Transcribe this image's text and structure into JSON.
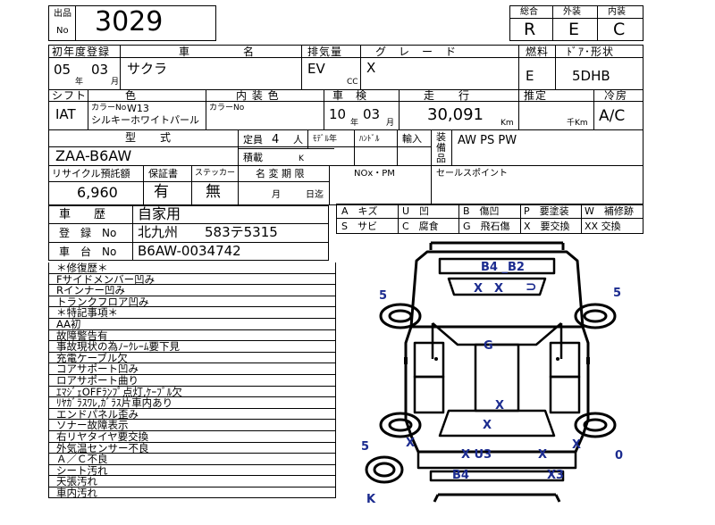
{
  "lot": {
    "label_top": "出品",
    "label_bottom": "No",
    "number": "3029"
  },
  "grades": {
    "overall_label": "総合",
    "exterior_label": "外装",
    "interior_label": "内装",
    "overall": "R",
    "exterior": "E",
    "interior": "C"
  },
  "headers": {
    "first_reg": "初年度登録",
    "car_name_1": "車",
    "car_name_2": "名",
    "displacement": "排気量",
    "grade": "グ　レ　ー　ド",
    "fuel": "燃料",
    "door_shape": "ﾄﾞｱ･形状",
    "shift": "シフト",
    "color": "色",
    "interior_color": "内 装 色",
    "inspection": "車　検",
    "mileage": "走　　行",
    "estimate": "推定",
    "ac": "冷房"
  },
  "units": {
    "year": "年",
    "month": "月",
    "cc": "CC",
    "km": "Km",
    "thousand_km": "千Km"
  },
  "vehicle": {
    "reg_year": "05",
    "reg_month": "03",
    "name": "サクラ",
    "displacement": "EV",
    "grade": "X",
    "fuel": "E",
    "door_shape": "5DHB",
    "shift": "IAT",
    "color_code_label": "カラーNo",
    "color_code": "W13",
    "color_name": "シルキーホワイトパール",
    "interior_code_label": "カラーNo",
    "inspection_year": "10",
    "inspection_month": "03",
    "mileage": "30,091",
    "ac": "A/C",
    "model_label": "型　　式",
    "model": "ZAA-B6AW"
  },
  "capacity": {
    "label": "定員",
    "value": "4",
    "unit": "人",
    "load_label": "積載",
    "load_unit": "K"
  },
  "options": {
    "model_year_label": "ﾓﾃﾞﾙ年",
    "handle_label": "ﾊﾝﾄﾞﾙ",
    "import_label": "輸入"
  },
  "equipment": {
    "label_1": "装",
    "label_2": "備",
    "label_3": "品",
    "value": "AW PS PW"
  },
  "fees": {
    "recycle_label": "リサイクル預託額",
    "warranty_label": "保証書",
    "sticker_label": "ステッカー",
    "reg_change_label": "名 変 期 限",
    "recycle_value": "6,960",
    "warranty_value": "有",
    "sticker_value": "無",
    "month_label": "月",
    "day_label": "日迄"
  },
  "nox_label": "NOx・PM",
  "sales_point_label": "セールスポイント",
  "history": {
    "label": "車　　歴",
    "value": "自家用",
    "reg_no_label": "登　録　No",
    "reg_no": "北九州　　583テ5315",
    "chassis_label": "車　台　No",
    "chassis": "B6AW-0034742"
  },
  "legend": [
    [
      "A　キズ",
      "U　凹",
      "B　傷凹",
      "P　要塗装",
      "W　補修跡"
    ],
    [
      "S　サビ",
      "C　腐食",
      "G　飛石傷",
      "X　要交換",
      "XX 交換"
    ]
  ],
  "notes": [
    "＊修復歴＊",
    "Fサイドメンバー凹み",
    "Rインナー凹み",
    "トランクフロア凹み",
    "＊特記事項＊",
    "AA初",
    "故障警告有",
    "事故現状の為ﾉｰｸﾚｰﾑ要下見",
    "充電ケーブル欠",
    "コアサポート凹み",
    "ロアサポート曲り",
    "ｴﾏｼﾞｪOFFﾗﾝﾌﾟ点灯,ｹｰﾌﾞﾙ欠",
    "ﾘﾔｶﾞﾗｽﾜﾚ,ｶﾞﾗｽ片車内あり",
    "エンドパネル歪み",
    "ソナー故障表示",
    "右リヤタイヤ要交換",
    "外気温センサー不良",
    "Ａ／Ｃ不良",
    "シート汚れ",
    "天張汚れ",
    "車内汚れ"
  ],
  "diagram_marks": {
    "front_bumper": "B4 _B2",
    "hood": "X　X",
    "front_left_tire": "5",
    "front_right_tire": "5",
    "roof": "G",
    "rear_center": "X",
    "rear_center_2": "X",
    "rear_left_tire": "5",
    "rear_right_tire": "0",
    "rear_left_x": "X",
    "rear_right_x": "X",
    "rear_panel": "X U3",
    "rear_panel_x": "X",
    "rear_bumper_1": "B4",
    "rear_bumper_2": "X3",
    "spare": "K"
  },
  "colors": {
    "mark_blue": "#1b2b8f"
  }
}
